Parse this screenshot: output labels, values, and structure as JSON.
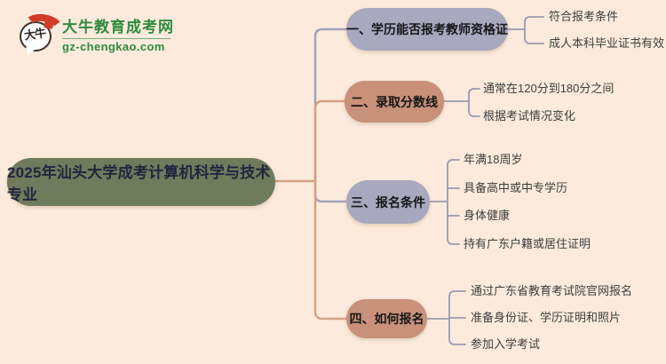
{
  "logo": {
    "icon_text": "大牛",
    "site_name": "大牛教育成考网",
    "site_url": "gz-chengkao.com"
  },
  "root": {
    "title": "2025年汕头大学成考计算机科学与技术专业"
  },
  "branches": [
    {
      "label": "一、学历能否报考教师资格证",
      "items": [
        "符合报考条件",
        "成人本科毕业证书有效"
      ]
    },
    {
      "label": "二、录取分数线",
      "items": [
        "通常在120分到180分之间",
        "根据考试情况变化"
      ]
    },
    {
      "label": "三、报名条件",
      "items": [
        "年满18周岁",
        "具备高中或中专学历",
        "身体健康",
        "持有广东户籍或居住证明"
      ]
    },
    {
      "label": "四、如何报名",
      "items": [
        "通过广东省教育考试院官网报名",
        "准备身份证、学历证明和照片",
        "参加入学考试"
      ]
    }
  ],
  "colors": {
    "bg": "#fcebdc",
    "salmon": "#d4a084",
    "gray_line": "#a2a2b8",
    "bracket": "#9a99af",
    "olive": "#6e7b5d",
    "lavender": "#a8a8bf",
    "rose": "#c9907a",
    "green": "#2e8b3d",
    "red": "#d23b28",
    "title_text": "#24243e"
  }
}
